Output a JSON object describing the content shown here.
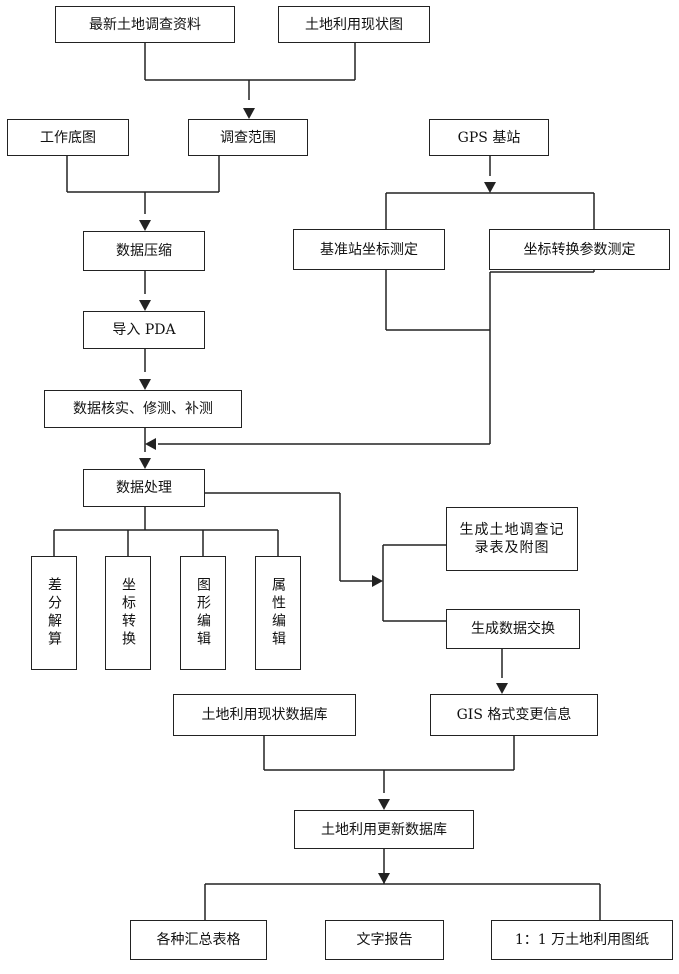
{
  "diagram": {
    "nodes": {
      "latest_survey": "最新土地调查资料",
      "landuse_map": "土地利用现状图",
      "work_base": "工作底图",
      "survey_scope": "调查范围",
      "gps_base": "GPS 基站",
      "compress": "数据压缩",
      "base_station_coord": "基准站坐标测定",
      "coord_transform_param": "坐标转换参数测定",
      "import_pda": "导入 PDA",
      "verify": "数据核实、修测、补测",
      "process": "数据处理",
      "diff_solution": "差分解算",
      "coord_conversion": "坐标转换",
      "graphic_edit": "图形编辑",
      "attr_edit": "属性编辑",
      "gen_record": "生成土地调查记录表及附图",
      "gen_exchange": "生成数据交换",
      "current_db": "土地利用现状数据库",
      "gis_change": "GIS 格式变更信息",
      "update_db": "土地利用更新数据库",
      "summary_tables": "各种汇总表格",
      "text_report": "文字报告",
      "map_10k": "1：1 万土地利用图纸"
    },
    "line_color": "#222222"
  }
}
